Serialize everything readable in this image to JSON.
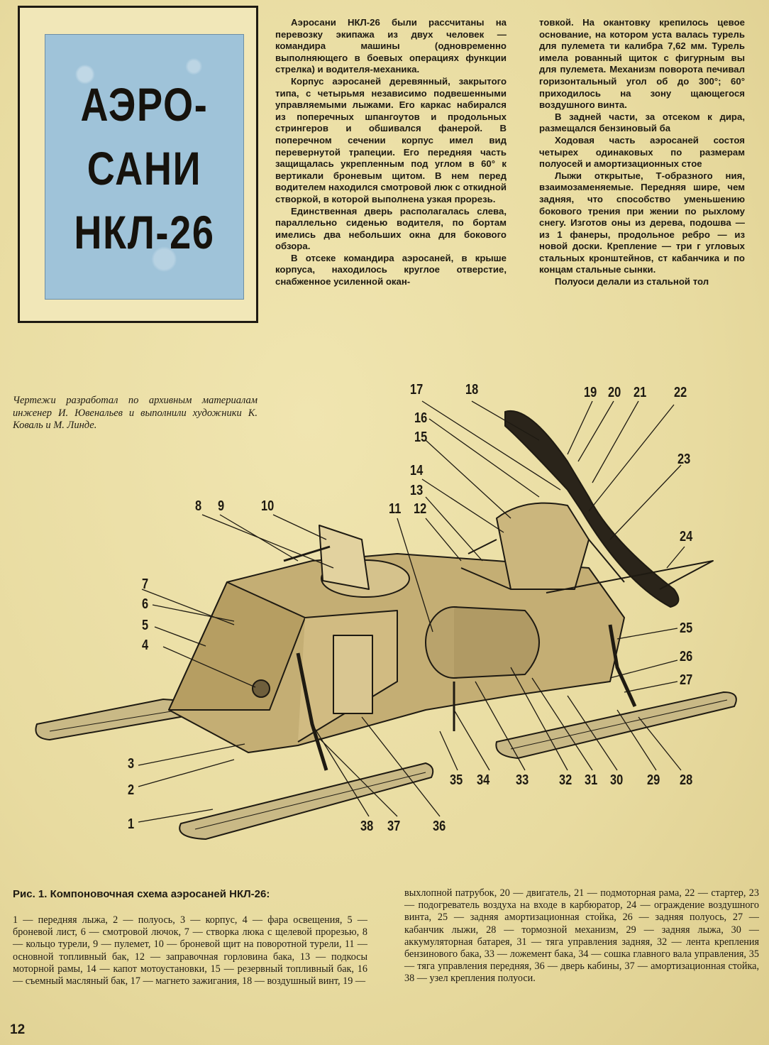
{
  "title_box": {
    "lines": [
      "АЭРО-",
      "САНИ",
      "НКЛ-26"
    ]
  },
  "column1": [
    "Аэросани НКЛ-26 были рассчитаны на перевозку экипажа из двух человек — командира машины (одновременно выполняющего в боевых операциях функции стрелка) и водителя-механика.",
    "Корпус аэросаней деревянный, закрытого типа, с четырьмя независимо подвешенными управляемыми лыжами. Его каркас набирался из поперечных шпангоутов и продольных стрингеров и обшивался фанерой. В поперечном сечении корпус имел вид перевернутой трапеции. Его передняя часть защищалась укрепленным под углом в 60° к вертикали броневым щитом. В нем перед водителем находился смотровой люк с откидной створкой, в которой выполнена узкая прорезь.",
    "Единственная дверь располагалась слева, параллельно сиденью водителя, по бортам имелись два небольших окна для бокового обзора.",
    "В отсеке командира аэросаней, в крыше корпуса, находилось круглое отверстие, снабженное усиленной окан-"
  ],
  "column2": [
    "товкой. На окантовку крепилось цевое основание, на котором уста валась турель для пулемета ти калибра 7,62 мм. Турель имела рованный щиток с фигурным вы для пулемета. Механизм поворота печивал горизонтальный угол об до 300°; 60° приходилось на зону щающегося воздушного винта.",
    "В задней части, за отсеком к дира, размещался бензиновый ба",
    "Ходовая часть аэросаней состоя четырех одинаковых по размерам полуосей и амортизационных стое",
    "Лыжи открытые, Т-образного ния, взаимозаменяемые. Передняя шире, чем задняя, что способство уменьшению бокового трения при жении по рыхлому снегу. Изготов оны из дерева, подошва — из 1 фанеры, продольное ребро — из новой доски. Крепление — три г угловых стальных кронштейнов, ст кабанчика и по концам стальные сынки.",
    "Полуоси делали из стальной тол"
  ],
  "credit": "Чертежи разработал по архивным материалам инженер И. Ювенальев и выполнили художники К. Коваль и М. Линде.",
  "callouts": [
    "1",
    "2",
    "3",
    "4",
    "5",
    "6",
    "7",
    "8",
    "9",
    "10",
    "11",
    "12",
    "13",
    "14",
    "15",
    "16",
    "17",
    "18",
    "19",
    "20",
    "21",
    "22",
    "23",
    "24",
    "25",
    "26",
    "27",
    "28",
    "29",
    "30",
    "31",
    "32",
    "33",
    "34",
    "35",
    "36",
    "37",
    "38"
  ],
  "caption": {
    "head": "Рис. 1. Компоновочная схема аэросаней НКЛ-26:",
    "col1": "1 — передняя лыжа, 2 — полуось, 3 — корпус, 4 — фара освещения, 5 — броневой лист, 6 — смотровой лючок, 7 — створка люка с щелевой прорезью, 8 — кольцо турели, 9 — пулемет, 10 — броневой щит на поворотной турели, 11 — основной топливный бак, 12 — заправочная горловина бака, 13 — подкосы моторной рамы, 14 — капот мотоустановки, 15 — резервный топливный бак, 16 — съемный масляный бак, 17 — магнето зажигания, 18 — воздушный винт, 19 —",
    "col2": "выхлопной патрубок, 20 — двигатель, 21 — подмоторная рама, 22 — стартер, 23 — подогреватель воздуха на входе в карбюратор, 24 — ограждение воздушного винта, 25 — задняя амортизационная стойка, 26 — задняя полуось, 27 — кабанчик лыжи, 28 — тормозной механизм, 29 — задняя лыжа, 30 — аккумуляторная батарея, 31 — тяга управления задняя, 32 — лента крепления бензинового бака, 33 — ложемент бака, 34 — сошка главного вала управления, 35 — тяга управления передняя, 36 — дверь кабины, 37 — амортизационная стойка, 38 — узел крепления полуоси."
  },
  "page_number": "12"
}
